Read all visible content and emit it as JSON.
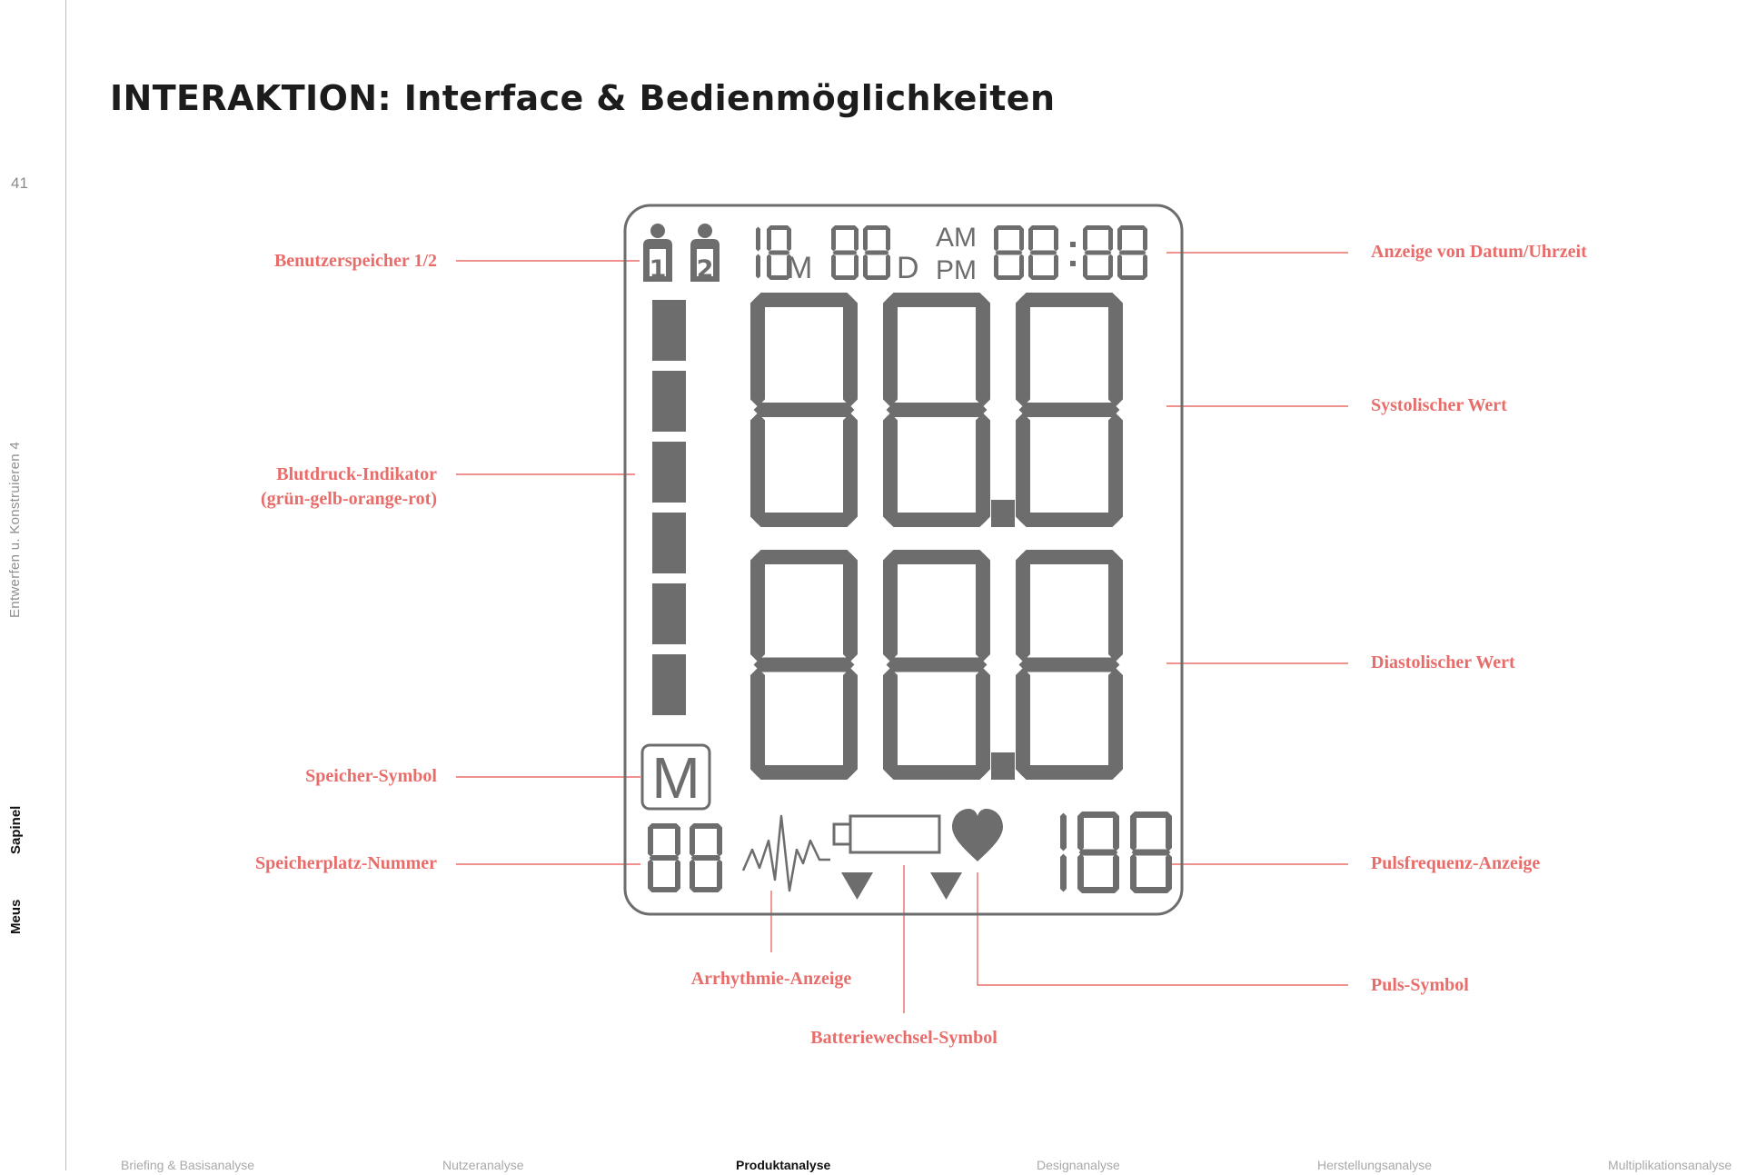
{
  "page": {
    "number": "41",
    "course": "Entwerfen u. Konstruieren 4",
    "author_first": "Sapinel",
    "author_last": "Meus",
    "title": "INTERAKTION: Interface & Bedienmöglichkeiten"
  },
  "colors": {
    "annotation": "#e86d6a",
    "lcd_segment": "#6d6d6d",
    "lcd_frame": "#6d6d6d"
  },
  "lcd": {
    "date_month_digits": "18",
    "month_unit": "M",
    "date_day_digits": "88",
    "day_unit": "D",
    "am": "AM",
    "pm": "PM",
    "time": "88:88",
    "systolic": "88.8",
    "diastolic": "88.8",
    "memory_letter": "M",
    "memory_slot": "88",
    "pulse": "188",
    "user_1": "1",
    "user_2": "2",
    "icons": [
      "user-icon",
      "arrhythmia-icon",
      "battery-icon",
      "heart-icon",
      "down-arrow-icon",
      "memory-icon"
    ]
  },
  "annotations": {
    "user_memory": "Benutzerspeicher 1/2",
    "bp_indicator_1": "Blutdruck-Indikator",
    "bp_indicator_2": "(grün-gelb-orange-rot)",
    "memory_symbol": "Speicher-Symbol",
    "memory_slot": "Speicherplatz-Nummer",
    "arrhythmia": "Arrhythmie-Anzeige",
    "battery": "Batteriewechsel-Symbol",
    "datetime": "Anzeige von Datum/Uhrzeit",
    "systolic": "Systolischer Wert",
    "diastolic": "Diastolischer Wert",
    "pulse_rate": "Pulsfrequenz-Anzeige",
    "pulse_symbol": "Puls-Symbol"
  },
  "nav": {
    "items": [
      {
        "label": "Briefing & Basisanalyse",
        "active": false
      },
      {
        "label": "Nutzeranalyse",
        "active": false
      },
      {
        "label": "Produktanalyse",
        "active": true
      },
      {
        "label": "Designanalyse",
        "active": false
      },
      {
        "label": "Herstellungsanalyse",
        "active": false
      },
      {
        "label": "Multiplikationsanalyse",
        "active": false
      }
    ]
  }
}
